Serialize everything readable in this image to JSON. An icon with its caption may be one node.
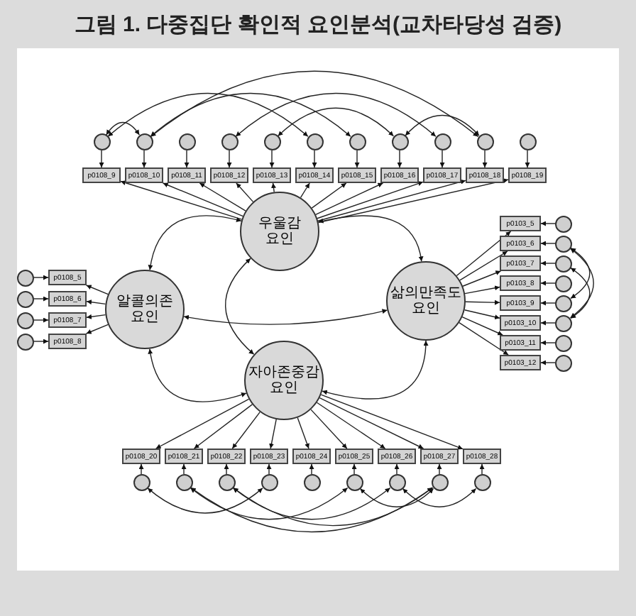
{
  "diagram": {
    "title": "그림 1. 다중집단 확인적 요인분석(교차타당성 검증)",
    "nodes": [
      {
        "text": [
          "우울감 요인"
        ]
      },
      {
        "text": [
          "알콜의존 요인"
        ]
      },
      {
        "text": [
          "삶의만족도 요인"
        ]
      },
      {
        "text": [
          "자아존중감 요인"
        ]
      },
      {
        "text": [
          "p0108_9"
        ]
      },
      {
        "text": [
          "p0108_10"
        ]
      },
      {
        "text": [
          "p0108_11"
        ]
      },
      {
        "text": [
          "p0108_12"
        ]
      },
      {
        "text": [
          "p0108_13"
        ]
      },
      {
        "text": [
          "p0108_14"
        ]
      },
      {
        "text": [
          "p0108_15"
        ]
      },
      {
        "text": [
          "p0108_16"
        ]
      },
      {
        "text": [
          "p0108_17"
        ]
      },
      {
        "text": [
          "p0108_18"
        ]
      },
      {
        "text": [
          "p0108_19"
        ]
      },
      {
        "text": [],
        "shape": "circle"
      },
      {
        "text": [],
        "shape": "circle"
      },
      {
        "text": [],
        "shape": "circle"
      },
      {
        "text": [],
        "shape": "circle"
      },
      {
        "text": [],
        "shape": "circle"
      },
      {
        "text": [],
        "shape": "circle"
      },
      {
        "text": [],
        "shape": "circle"
      },
      {
        "text": [],
        "shape": "circle"
      },
      {
        "text": [],
        "shape": "circle"
      },
      {
        "text": [],
        "shape": "circle"
      },
      {
        "text": [],
        "shape": "circle"
      },
      {
        "text": [
          "p0108_5"
        ]
      },
      {
        "text": [
          "p0108_6"
        ]
      },
      {
        "text": [
          "p0108_7"
        ]
      },
      {
        "text": [
          "p0108_8"
        ]
      },
      {
        "text": [],
        "shape": "circle"
      },
      {
        "text": [],
        "shape": "circle"
      },
      {
        "text": [],
        "shape": "circle"
      },
      {
        "text": [],
        "shape": "circle"
      },
      {
        "text": [
          "p0103_5"
        ]
      },
      {
        "text": [
          "p0103_6"
        ]
      },
      {
        "text": [
          "p0103_7"
        ]
      },
      {
        "text": [
          "p0103_8"
        ]
      },
      {
        "text": [
          "p0103_9"
        ]
      },
      {
        "text": [
          "p0103_10"
        ]
      },
      {
        "text": [
          "p0103_11"
        ]
      },
      {
        "text": [
          "p0103_12"
        ]
      },
      {
        "text": [],
        "shape": "circle"
      },
      {
        "text": [],
        "shape": "circle"
      },
      {
        "text": [],
        "shape": "circle"
      },
      {
        "text": [],
        "shape": "circle"
      },
      {
        "text": [],
        "shape": "circle"
      },
      {
        "text": [],
        "shape": "circle"
      },
      {
        "text": [],
        "shape": "circle"
      },
      {
        "text": [],
        "shape": "circle"
      },
      {
        "text": [
          "p0108_20"
        ]
      },
      {
        "text": [
          "p0108_21"
        ]
      },
      {
        "text": [
          "p0108_22"
        ]
      },
      {
        "text": [
          "p0108_23"
        ]
      },
      {
        "text": [
          "p0108_24"
        ]
      },
      {
        "text": [
          "p0108_25"
        ]
      },
      {
        "text": [
          "p0108_26"
        ]
      },
      {
        "text": [
          "p0108_27"
        ]
      },
      {
        "text": [
          "p0108_28"
        ]
      },
      {
        "text": [],
        "shape": "circle"
      },
      {
        "text": [],
        "shape": "circle"
      },
      {
        "text": [],
        "shape": "circle"
      },
      {
        "text": [],
        "shape": "circle"
      },
      {
        "text": [],
        "shape": "circle"
      },
      {
        "text": [],
        "shape": "circle"
      },
      {
        "text": [],
        "shape": "circle"
      },
      {
        "text": [],
        "shape": "circle"
      },
      {
        "text": [],
        "shape": "circle"
      }
    ],
    "edges": [
      {
        "from": 0,
        "to": 4,
        "arrow": "to"
      },
      {
        "from": 0,
        "to": 5,
        "arrow": "to"
      },
      {
        "from": 0,
        "to": 6,
        "arrow": "to"
      },
      {
        "from": 0,
        "to": 7,
        "arrow": "to"
      },
      {
        "from": 0,
        "to": 8,
        "arrow": "to"
      },
      {
        "from": 0,
        "to": 9,
        "arrow": "to"
      },
      {
        "from": 0,
        "to": 10,
        "arrow": "to"
      },
      {
        "from": 0,
        "to": 11,
        "arrow": "to"
      },
      {
        "from": 0,
        "to": 12,
        "arrow": "to"
      },
      {
        "from": 0,
        "to": 13,
        "arrow": "to"
      },
      {
        "from": 0,
        "to": 14,
        "arrow": "to"
      },
      {
        "from": 15,
        "to": 4,
        "arrow": "to"
      },
      {
        "from": 16,
        "to": 5,
        "arrow": "to"
      },
      {
        "from": 17,
        "to": 6,
        "arrow": "to"
      },
      {
        "from": 18,
        "to": 7,
        "arrow": "to"
      },
      {
        "from": 19,
        "to": 8,
        "arrow": "to"
      },
      {
        "from": 20,
        "to": 9,
        "arrow": "to"
      },
      {
        "from": 21,
        "to": 10,
        "arrow": "to"
      },
      {
        "from": 22,
        "to": 11,
        "arrow": "to"
      },
      {
        "from": 23,
        "to": 12,
        "arrow": "to"
      },
      {
        "from": 24,
        "to": 13,
        "arrow": "to"
      },
      {
        "from": 25,
        "to": 14,
        "arrow": "to"
      },
      {
        "from": 1,
        "to": 26,
        "arrow": "to"
      },
      {
        "from": 1,
        "to": 27,
        "arrow": "to"
      },
      {
        "from": 1,
        "to": 28,
        "arrow": "to"
      },
      {
        "from": 1,
        "to": 29,
        "arrow": "to"
      },
      {
        "from": 30,
        "to": 26,
        "arrow": "to"
      },
      {
        "from": 31,
        "to": 27,
        "arrow": "to"
      },
      {
        "from": 32,
        "to": 28,
        "arrow": "to"
      },
      {
        "from": 33,
        "to": 29,
        "arrow": "to"
      },
      {
        "from": 2,
        "to": 34,
        "arrow": "to"
      },
      {
        "from": 2,
        "to": 35,
        "arrow": "to"
      },
      {
        "from": 2,
        "to": 36,
        "arrow": "to"
      },
      {
        "from": 2,
        "to": 37,
        "arrow": "to"
      },
      {
        "from": 2,
        "to": 38,
        "arrow": "to"
      },
      {
        "from": 2,
        "to": 39,
        "arrow": "to"
      },
      {
        "from": 2,
        "to": 40,
        "arrow": "to"
      },
      {
        "from": 2,
        "to": 41,
        "arrow": "to"
      },
      {
        "from": 42,
        "to": 34,
        "arrow": "to"
      },
      {
        "from": 43,
        "to": 35,
        "arrow": "to"
      },
      {
        "from": 44,
        "to": 36,
        "arrow": "to"
      },
      {
        "from": 45,
        "to": 37,
        "arrow": "to"
      },
      {
        "from": 46,
        "to": 38,
        "arrow": "to"
      },
      {
        "from": 47,
        "to": 39,
        "arrow": "to"
      },
      {
        "from": 48,
        "to": 40,
        "arrow": "to"
      },
      {
        "from": 49,
        "to": 41,
        "arrow": "to"
      },
      {
        "from": 3,
        "to": 50,
        "arrow": "to"
      },
      {
        "from": 3,
        "to": 51,
        "arrow": "to"
      },
      {
        "from": 3,
        "to": 52,
        "arrow": "to"
      },
      {
        "from": 3,
        "to": 53,
        "arrow": "to"
      },
      {
        "from": 3,
        "to": 54,
        "arrow": "to"
      },
      {
        "from": 3,
        "to": 55,
        "arrow": "to"
      },
      {
        "from": 3,
        "to": 56,
        "arrow": "to"
      },
      {
        "from": 3,
        "to": 57,
        "arrow": "to"
      },
      {
        "from": 3,
        "to": 58,
        "arrow": "to"
      },
      {
        "from": 59,
        "to": 50,
        "arrow": "to"
      },
      {
        "from": 60,
        "to": 51,
        "arrow": "to"
      },
      {
        "from": 61,
        "to": 52,
        "arrow": "to"
      },
      {
        "from": 62,
        "to": 53,
        "arrow": "to"
      },
      {
        "from": 63,
        "to": 54,
        "arrow": "to"
      },
      {
        "from": 64,
        "to": 55,
        "arrow": "to"
      },
      {
        "from": 65,
        "to": 56,
        "arrow": "to"
      },
      {
        "from": 66,
        "to": 57,
        "arrow": "to"
      },
      {
        "from": 67,
        "to": 58,
        "arrow": "to"
      },
      {
        "from": 0,
        "to": 1,
        "arrow": "both"
      },
      {
        "from": 0,
        "to": 2,
        "arrow": "both"
      },
      {
        "from": 1,
        "to": 3,
        "arrow": "both"
      },
      {
        "from": 2,
        "to": 3,
        "arrow": "both"
      },
      {
        "from": 0,
        "to": 3,
        "arrow": "both"
      },
      {
        "from": 1,
        "to": 2,
        "arrow": "both"
      },
      {
        "from": 15,
        "to": 16,
        "arrow": "both"
      },
      {
        "from": 15,
        "to": 20,
        "arrow": "both"
      },
      {
        "from": 16,
        "to": 21,
        "arrow": "both"
      },
      {
        "from": 16,
        "to": 24,
        "arrow": "both"
      },
      {
        "from": 18,
        "to": 23,
        "arrow": "both"
      },
      {
        "from": 19,
        "to": 22,
        "arrow": "both"
      },
      {
        "from": 22,
        "to": 24,
        "arrow": "both"
      },
      {
        "from": 43,
        "to": 46,
        "arrow": "both"
      },
      {
        "from": 44,
        "to": 47,
        "arrow": "both"
      },
      {
        "from": 43,
        "to": 47,
        "arrow": "both"
      },
      {
        "from": 59,
        "to": 62,
        "arrow": "both"
      },
      {
        "from": 60,
        "to": 64,
        "arrow": "both"
      },
      {
        "from": 61,
        "to": 66,
        "arrow": "both"
      },
      {
        "from": 60,
        "to": 66,
        "arrow": "both"
      },
      {
        "from": 64,
        "to": 66,
        "arrow": "both"
      },
      {
        "from": 65,
        "to": 67,
        "arrow": "both"
      },
      {
        "from": 61,
        "to": 65,
        "arrow": "both"
      }
    ]
  }
}
